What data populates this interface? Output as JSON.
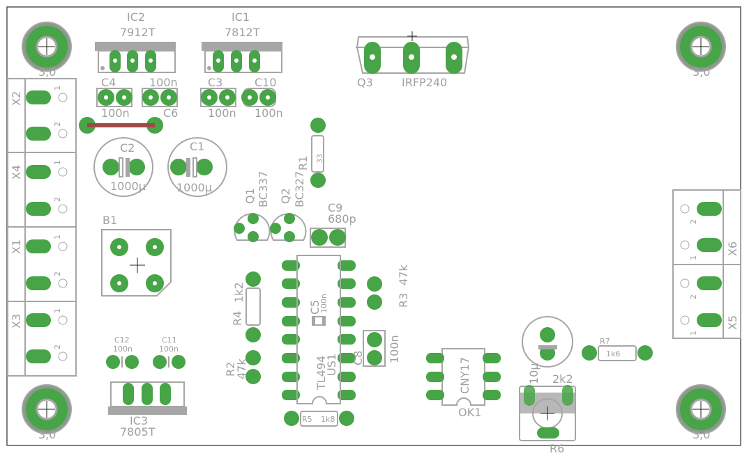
{
  "board": {
    "pad_color": "#47a447",
    "outline_color": "#a6a6a6",
    "trace_color": "#a04848"
  },
  "holes": {
    "label": "3,0"
  },
  "ic2": {
    "name": "IC2",
    "value": "7912T"
  },
  "ic1": {
    "name": "IC1",
    "value": "7812T"
  },
  "ic3": {
    "name": "IC3",
    "value": "7805T"
  },
  "q3": {
    "name": "Q3",
    "value": "IRFP240"
  },
  "c4": {
    "name": "C4",
    "value": "100n"
  },
  "c6": {
    "name": "C6",
    "value": "100n"
  },
  "c3": {
    "name": "C3",
    "value": "100n"
  },
  "c10": {
    "name": "C10",
    "value": "100n"
  },
  "c2": {
    "name": "C2",
    "value": "1000µ"
  },
  "c1": {
    "name": "C1",
    "value": "1000µ"
  },
  "r1": {
    "name": "R1",
    "value": "33"
  },
  "q1": {
    "name": "Q1",
    "value": "BC337"
  },
  "q2": {
    "name": "Q2",
    "value": "BC327"
  },
  "c9": {
    "name": "C9",
    "value": "680p"
  },
  "b1": {
    "name": "B1"
  },
  "x2": {
    "name": "X2"
  },
  "x4": {
    "name": "X4"
  },
  "x1": {
    "name": "X1"
  },
  "x3": {
    "name": "X3"
  },
  "x6": {
    "name": "X6"
  },
  "x5": {
    "name": "X5"
  },
  "pins": {
    "p1": "1",
    "p2": "2"
  },
  "r4": {
    "name": "R4",
    "value": "1k2"
  },
  "r2": {
    "name": "R2",
    "value": "47k"
  },
  "r3": {
    "name": "R3",
    "value": "47k"
  },
  "c5": {
    "name": "C5",
    "value": "100n"
  },
  "us1": {
    "name": "US1",
    "value": "TL494"
  },
  "c8": {
    "name": "C8",
    "value": "100n"
  },
  "r5": {
    "name": "R5",
    "value": "1k8"
  },
  "c12": {
    "name": "C12",
    "value": "100n"
  },
  "c11": {
    "name": "C11",
    "value": "100n"
  },
  "ok1": {
    "name": "OK1",
    "value": "CNY17"
  },
  "c7": {
    "value": "10µ"
  },
  "r6": {
    "name": "R6",
    "value": "2k2"
  },
  "r7": {
    "name": "R7",
    "value": "1k6"
  }
}
